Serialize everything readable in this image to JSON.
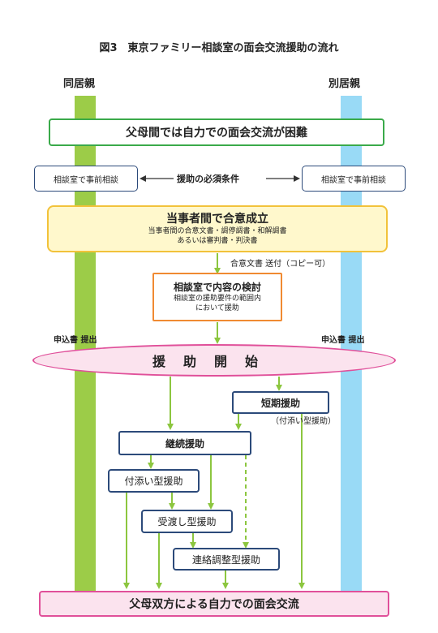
{
  "title": "図3　東京ファミリー相談室の面会交流援助の流れ",
  "columns": {
    "left": "同居親",
    "right": "別居親"
  },
  "colors": {
    "left_bar": "#9ccc48",
    "right_bar": "#99daf6",
    "arrow": "#8cc63f",
    "pink": "#e0509a",
    "navy": "#2c4a7a"
  },
  "top_box": "父母間では自力での面会交流が困難",
  "consult_left": "相談室で事前相談",
  "consult_right": "相談室で事前相談",
  "prereq": "援助の必須条件",
  "agreement": {
    "title": "当事者間で合意成立",
    "line1": "当事者間の合意文書・調停調書・和解調書",
    "line2": "あるいは審判書・判決書"
  },
  "send_note": "合意文書 送付（コピー可）",
  "review": {
    "title": "相談室で内容の検討",
    "line1": "相談室の援助要件の範囲内",
    "line2": "において援助"
  },
  "application_left": "申込書 提出",
  "application_right": "申込書 提出",
  "start": "援助開始",
  "short_term": "短期援助",
  "short_term_note": "（付添い型援助）",
  "continuous": "継続援助",
  "accompany": "付添い型援助",
  "handover": "受渡し型援助",
  "liaison": "連絡調整型援助",
  "final": "父母双方による自力での面会交流"
}
